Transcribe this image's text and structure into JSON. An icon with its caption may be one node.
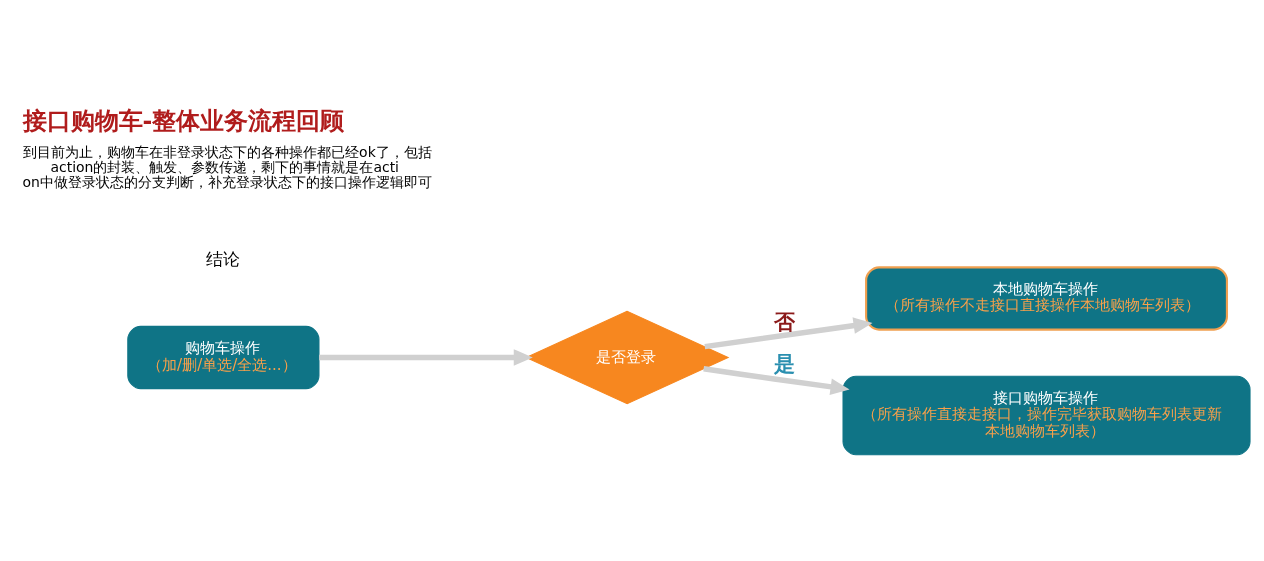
{
  "diagram": {
    "title": "接口购物车-整体业务流程回顾",
    "nodes": [
      {
        "text": [
          "购物车操作",
          "（加/删/单选/全选...）"
        ]
      },
      {
        "text": [
          "是否登录"
        ]
      },
      {
        "text": [
          "本地购物车操作",
          "（所有操作不走接口直接操作本地购物车列表）"
        ]
      },
      {
        "text": [
          "接口购物车操作",
          "（所有操作直接走接口，操作完毕获取购物车列表更新本地购物车列表）"
        ]
      }
    ],
    "edges": [
      {
        "from": 0,
        "to": 1,
        "arrow": "to"
      },
      {
        "from": 1,
        "to": 2,
        "arrow": "to",
        "label": "否"
      },
      {
        "from": 1,
        "to": 3,
        "arrow": "to",
        "label": "是"
      }
    ],
    "labels": [
      "结论",
      "到目前为止，购物车在非登录状态下的各种操作都已经ok了，包括action的封装、触发、参数传递，剩下的事情就是在action中做登录状态的分支判断，补充登录状态下的接口操作逻辑即可"
    ]
  }
}
